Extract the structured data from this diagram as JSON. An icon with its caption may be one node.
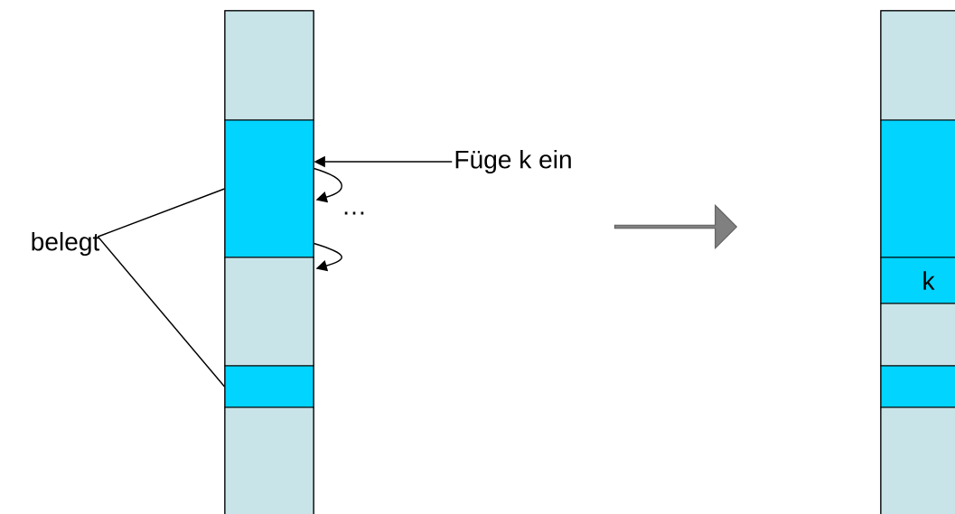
{
  "diagram": {
    "nodes": [
      {
        "text": [],
        "shape": "box"
      },
      {
        "text": [],
        "shape": "box",
        "in": 0
      },
      {
        "text": [],
        "shape": "box",
        "in": 0
      },
      {
        "text": [],
        "shape": "box",
        "in": 0
      },
      {
        "text": [],
        "shape": "box",
        "in": 0
      },
      {
        "text": [],
        "shape": "box",
        "in": 0
      },
      {
        "text": [],
        "shape": "box"
      },
      {
        "text": [],
        "shape": "box",
        "in": 6
      },
      {
        "text": [],
        "shape": "box",
        "in": 6
      },
      {
        "text": [
          "k"
        ],
        "in": 6
      },
      {
        "text": [],
        "shape": "box",
        "in": 6
      },
      {
        "text": [],
        "shape": "box",
        "in": 6
      },
      {
        "text": [],
        "shape": "box",
        "in": 6
      },
      {
        "text": [
          "belegt"
        ]
      },
      {
        "text": [
          "Füge k ein"
        ]
      },
      {
        "text": [],
        "shape": "arrow"
      }
    ],
    "edges": [
      {
        "from": 14,
        "to": 2,
        "arrow": "to"
      },
      {
        "from": 2,
        "to": 2,
        "arrow": "to"
      },
      {
        "from": 2,
        "to": 3,
        "arrow": "to"
      },
      {
        "from": 13,
        "to": 2,
        "arrow": "none"
      },
      {
        "from": 13,
        "to": 4,
        "arrow": "none"
      }
    ],
    "labels": [
      "…"
    ]
  }
}
